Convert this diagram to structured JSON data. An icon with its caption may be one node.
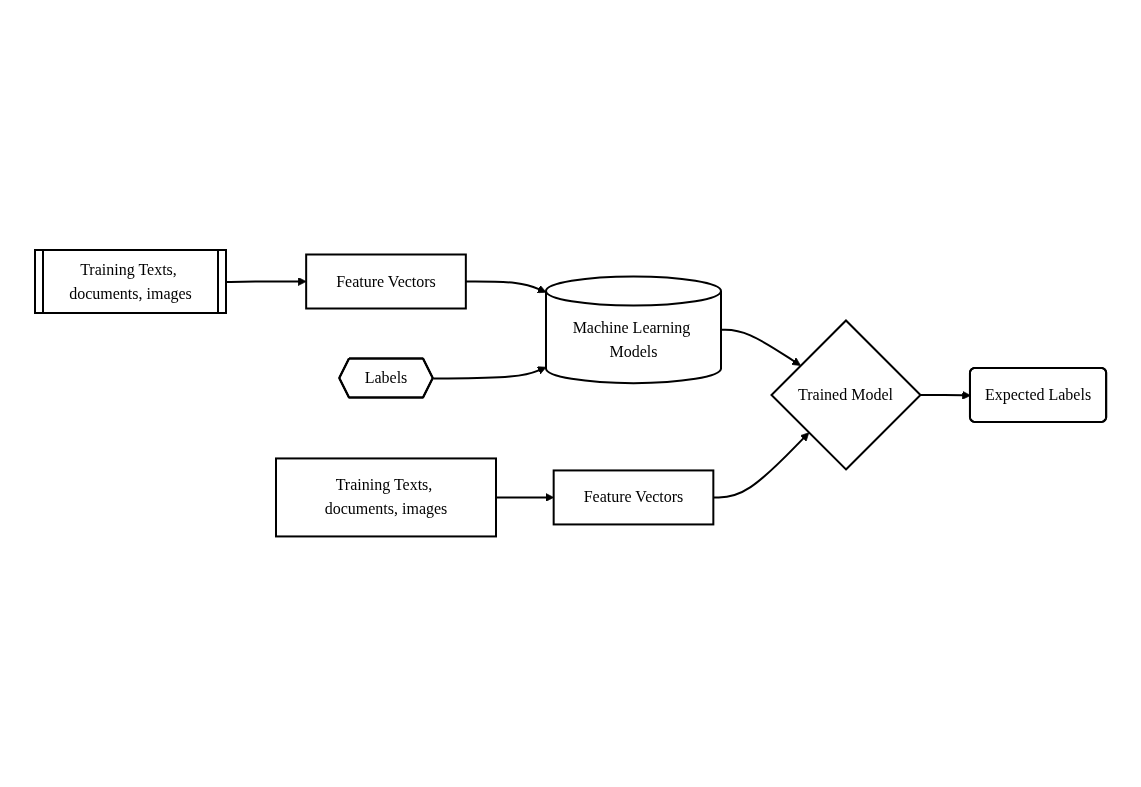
{
  "diagram": {
    "nodes": [
      {
        "text": [
          "Training Texts, documents, images"
        ]
      },
      {
        "text": [
          "Feature Vectors"
        ]
      },
      {
        "text": [
          "Machine Learning Models"
        ]
      },
      {
        "text": [
          "Labels"
        ]
      },
      {
        "text": [
          "Trained Model"
        ]
      },
      {
        "text": [
          "Training Texts, documents, images"
        ]
      },
      {
        "text": [
          "Feature Vectors"
        ]
      },
      {
        "text": [
          "Expected Labels"
        ]
      }
    ],
    "edges": [
      {
        "from": 0,
        "to": 1,
        "arrow": "to"
      },
      {
        "from": 1,
        "to": 2,
        "arrow": "to"
      },
      {
        "from": 3,
        "to": 2,
        "arrow": "to"
      },
      {
        "from": 2,
        "to": 4,
        "arrow": "to"
      },
      {
        "from": 5,
        "to": 6,
        "arrow": "to"
      },
      {
        "from": 6,
        "to": 4,
        "arrow": "to"
      },
      {
        "from": 4,
        "to": 7,
        "arrow": "to"
      }
    ]
  }
}
